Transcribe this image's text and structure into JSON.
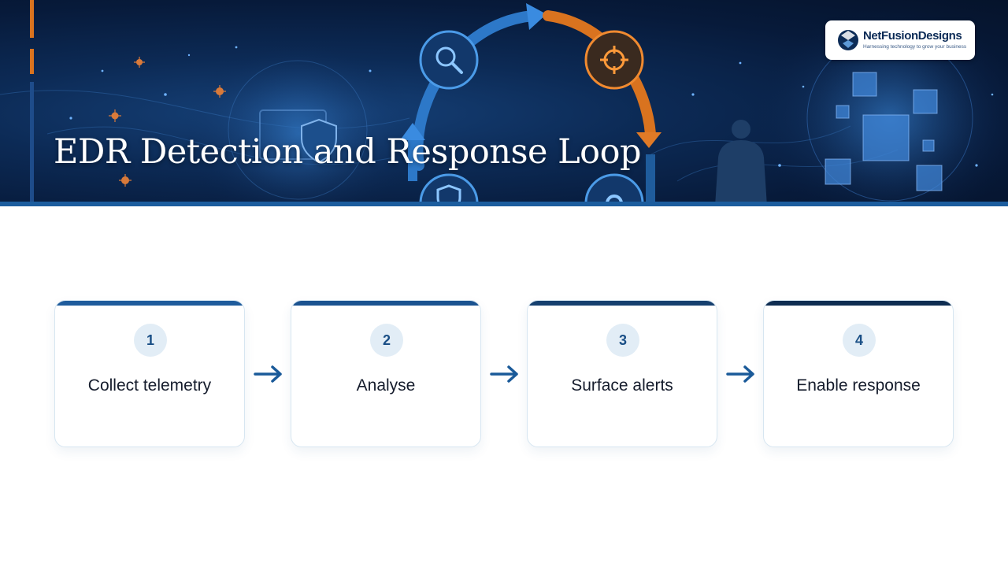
{
  "header": {
    "title": "EDR Detection and Response Loop"
  },
  "logo": {
    "name": "NetFusionDesigns",
    "tagline": "Harnessing technology to grow your business"
  },
  "steps": [
    {
      "number": "1",
      "label": "Collect telemetry"
    },
    {
      "number": "2",
      "label": "Analyse"
    },
    {
      "number": "3",
      "label": "Surface alerts"
    },
    {
      "number": "4",
      "label": "Enable response"
    }
  ],
  "colors": {
    "banner_bg": "#0b2550",
    "accent_orange": "#d9731f",
    "accent_blue": "#1f5c9c",
    "card_border": "#d7e6f1",
    "number_badge_bg": "#e2edf6",
    "arrow": "#1a5a99"
  },
  "icons": {
    "cycle_top_left": "search-icon",
    "cycle_top_right": "target-icon",
    "cycle_bottom_left": "shield-icon",
    "cycle_bottom_right": "gear-icon",
    "connector": "arrow-right-icon"
  }
}
